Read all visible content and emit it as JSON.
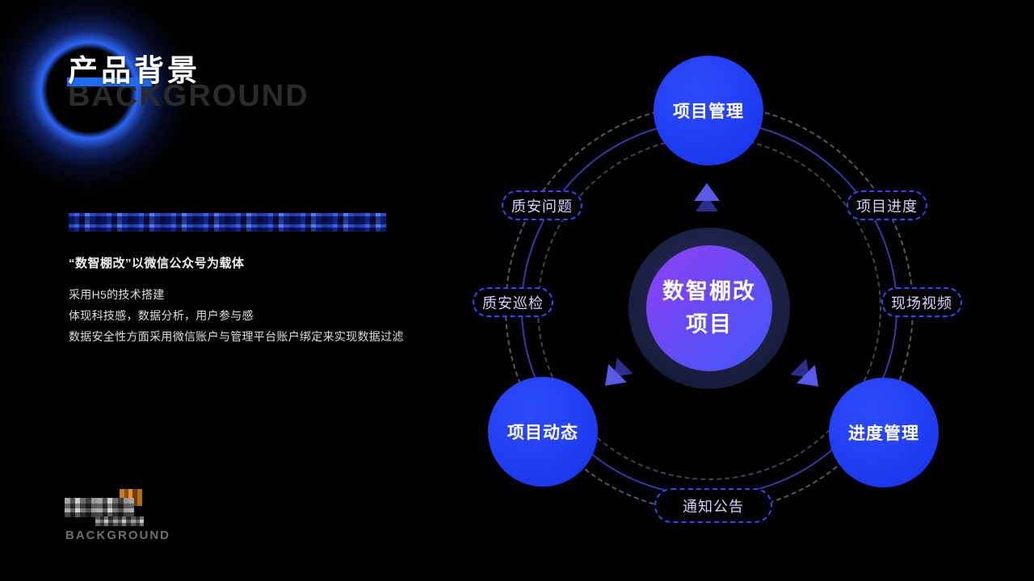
{
  "header": {
    "title": "产品背景",
    "ghost": "BACKGROUND"
  },
  "intro": {
    "lead": "“数智棚改”以微信公众号为载体",
    "points": [
      "采用H5的技术搭建",
      "体现科技感，数据分析，用户参与感",
      "数据安全性方面采用微信账户与管理平台账户绑定来实现数据过滤"
    ]
  },
  "diagram": {
    "center": {
      "line1": "数智棚改",
      "line2": "项目"
    },
    "nodes": [
      {
        "id": "project-management",
        "label": "项目管理"
      },
      {
        "id": "project-updates",
        "label": "项目动态"
      },
      {
        "id": "progress-management",
        "label": "进度管理"
      }
    ],
    "tags": [
      {
        "id": "quality-safety-issues",
        "label": "质安问题"
      },
      {
        "id": "project-progress",
        "label": "项目进度"
      },
      {
        "id": "quality-safety-inspection",
        "label": "质安巡检"
      },
      {
        "id": "site-video",
        "label": "现场视频"
      },
      {
        "id": "notice-announcement",
        "label": "通知公告"
      }
    ]
  },
  "footer": {
    "caption": "BACKGROUND"
  },
  "colors": {
    "background": "#010102",
    "node_blue": "#1d3af0",
    "title_underline": "#1d6af3",
    "center_gradient_start": "#9140f2",
    "center_gradient_end": "#4157fa",
    "center_ring_navy": "#171c3b",
    "pill_border": "#2c49ff",
    "pill_text": "#d6d3ff",
    "ghost_text": "#2b2b2b",
    "glow_blue": "#2f69ff"
  }
}
